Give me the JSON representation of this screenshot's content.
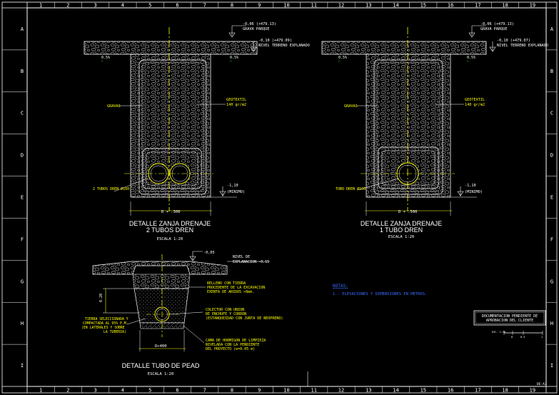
{
  "frame": {
    "columns": [
      "1",
      "2",
      "3",
      "4",
      "5",
      "6",
      "7",
      "8",
      "9",
      "10",
      "11",
      "12",
      "13",
      "14",
      "15",
      "16",
      "17",
      "18",
      "19"
    ],
    "rows": [
      "A",
      "B",
      "C",
      "D",
      "E",
      "F",
      "G",
      "H",
      "I"
    ]
  },
  "detail1": {
    "level_top": "-0,06 (+479.13)",
    "level_top_sub": "GRAVA PARQUE",
    "level_terrain": "-0,10 (+479.09)",
    "level_terrain_sub": "NIVEL TERRENO EXPLANADO",
    "slope_left": "0.5%",
    "slope_right": "0.5%",
    "grava": "GRAVAS",
    "geotextil": "GEOTEXTIL",
    "geotextil_spec": "140 gr/m2",
    "pipes": "2 TUBOS DREN Ø160",
    "level_bottom": "-1,10",
    "level_bottom_sub": "(MINIMO)",
    "width": "D + .300",
    "title1": "DETALLE ZANJA DRENAJE",
    "title2": "2 TUBOS DREN",
    "scale": "ESCALA 1:20"
  },
  "detail2": {
    "level_top": "-0,06 (+479.13)",
    "level_top_sub": "GRAVA PARQUE",
    "level_terrain": "-0,10 (+479.07)",
    "level_terrain_sub": "NIVEL TERRENO EXPLANADO",
    "slope_left": "0.5%",
    "slope_right": "0.5%",
    "grava": "GRAVAS",
    "geotextil": "GEOTEXTIL",
    "geotextil_spec": "140 gr/m2",
    "pipe": "TUBO DREN Ø160",
    "level_bottom": "-1,10",
    "level_bottom_sub": "(MINIMO)",
    "width": "D + .500",
    "title1": "DETALLE ZANJA DRENAJE",
    "title2": "1 TUBO DREN",
    "scale": "ESCALA 1:20"
  },
  "detail3": {
    "level_top": "-0,05",
    "level_nivel": "NIVEL DE",
    "level_nivel_sub": "EXPLANACION -0.15",
    "relleno": [
      "RELLENO CON TIERRA",
      "PROCEDENTE DE LA EXCAVACION",
      "EXENTA DE ARIDOS >8mm."
    ],
    "tierra": [
      "TIERRA SELECCIONADA Y",
      "COMPACTADA AL 95% P.M.",
      "(EN LATERALES Y SOBRE",
      "LA TUBERIA)"
    ],
    "colector": [
      "COLECTOR CON UNION",
      "DE ENCHUFE Y CORDON",
      "(ESTANQUEIDAD CON JUNTA DE NEOPRENO)"
    ],
    "cama": [
      "CAMA DE HORMIGON DE LIMPIEZA",
      "NIVELADA CON LA PENDIENTE",
      "DEL PROYECTO (e=0.05 m)"
    ],
    "depth": "0.20",
    "width": "D+400",
    "title": "DETALLE TUBO DE PEAD",
    "scale": "ESCALA 1:20"
  },
  "notes": {
    "heading": "NOTAS:",
    "item1": "1.- ELEVACIONES Y DIMENSIONES EN METROS."
  },
  "stamp": {
    "line1": "DOCUMENTACION PENDIENTE DE",
    "line2": "APROBACION DEL CLIENTE"
  },
  "scale_bar": {
    "label": "ESC. 1:20",
    "ticks": [
      "0",
      "0.5",
      "1"
    ]
  },
  "sheet_id": "DE-A3",
  "colors": {
    "background": "#000000",
    "frame": "#ffffff",
    "yellow": "#ffff00",
    "green": "#00ff00",
    "blue": "#3b6cff",
    "grey": "#bfbfbf"
  }
}
